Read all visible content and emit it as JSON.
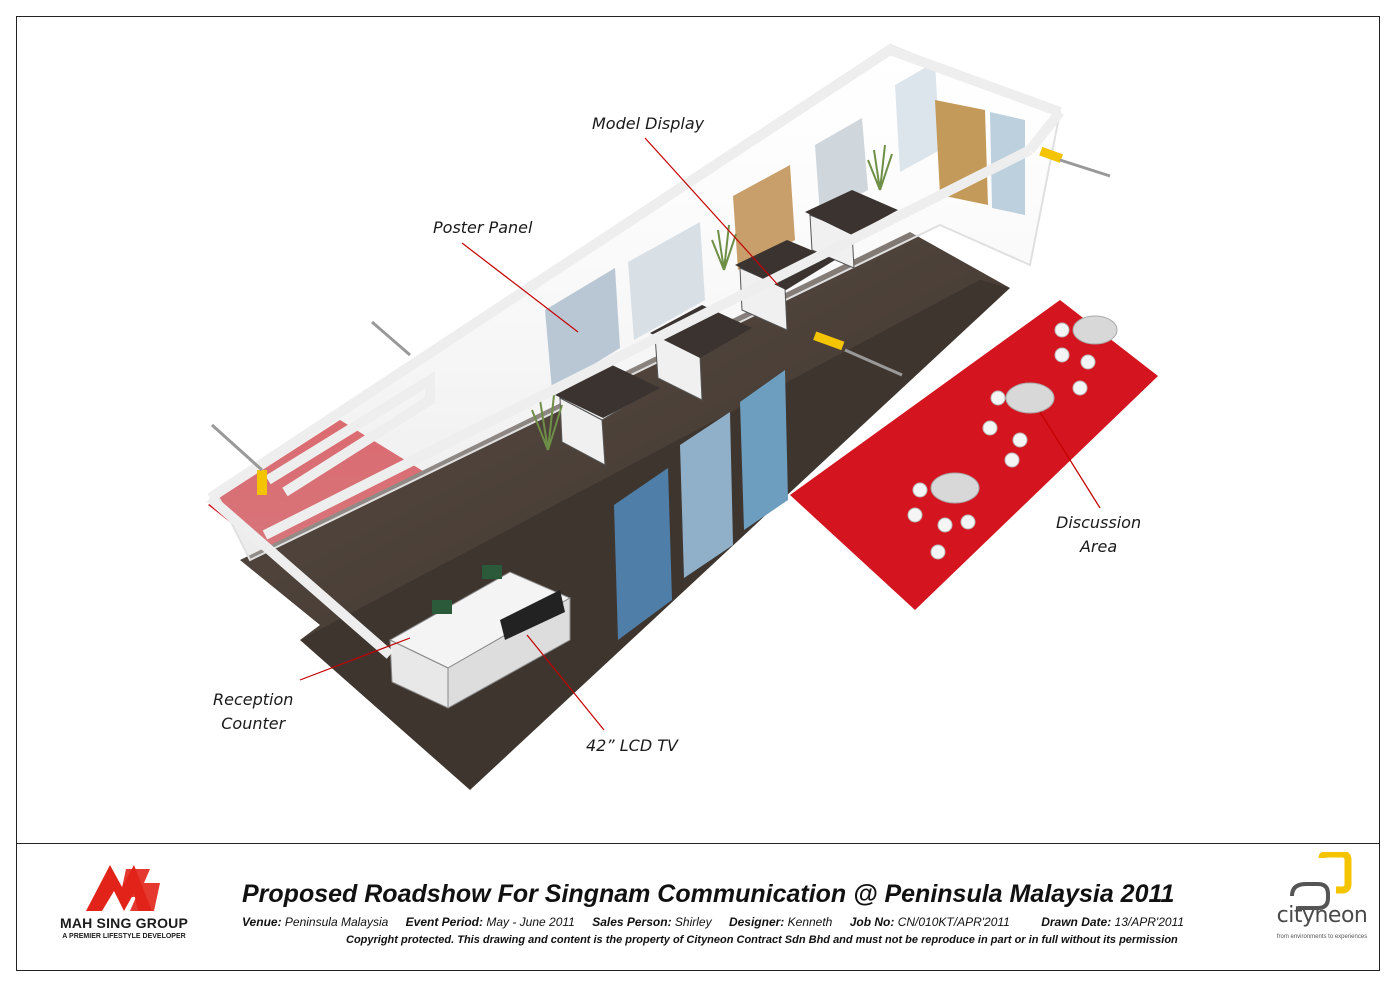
{
  "callouts": {
    "model_display": "Model Display",
    "poster_panel": "Poster Panel",
    "discussion_line1": "Discussion",
    "discussion_line2": "Area",
    "reception_line1": "Reception",
    "reception_line2": "Counter",
    "lcd_tv": "42” LCD TV"
  },
  "title_block": {
    "title": "Proposed Roadshow For Singnam Communication @ Peninsula Malaysia 2011",
    "venue_label": "Venue:",
    "venue": "Peninsula Malaysia",
    "event_period_label": "Event Period:",
    "event_period": "May - June 2011",
    "sales_person_label": "Sales Person:",
    "sales_person": "Shirley",
    "designer_label": "Designer:",
    "designer": "Kenneth",
    "job_no_label": "Job No:",
    "job_no": "CN/010KT/APR'2011",
    "drawn_date_label": "Drawn Date:",
    "drawn_date": "13/APR'2011",
    "copyright": "Copyright protected. This drawing and content is the property of Cityneon Contract Sdn Bhd and must  not be reproduce in part or in full without its permission"
  },
  "logos": {
    "client_name": "MAH SING GROUP",
    "client_tagline": "A PREMIER LIFESTYLE DEVELOPER",
    "vendor_name": "cityneon",
    "vendor_tagline": "from environments to experiences"
  },
  "colors": {
    "carpet_red": "#d4141e",
    "floor_wood": "#4a3f38",
    "frame_white": "#f2f2f2",
    "brand_red": "#e2231a",
    "brand_yellow": "#f5c400",
    "text": "#111111"
  }
}
